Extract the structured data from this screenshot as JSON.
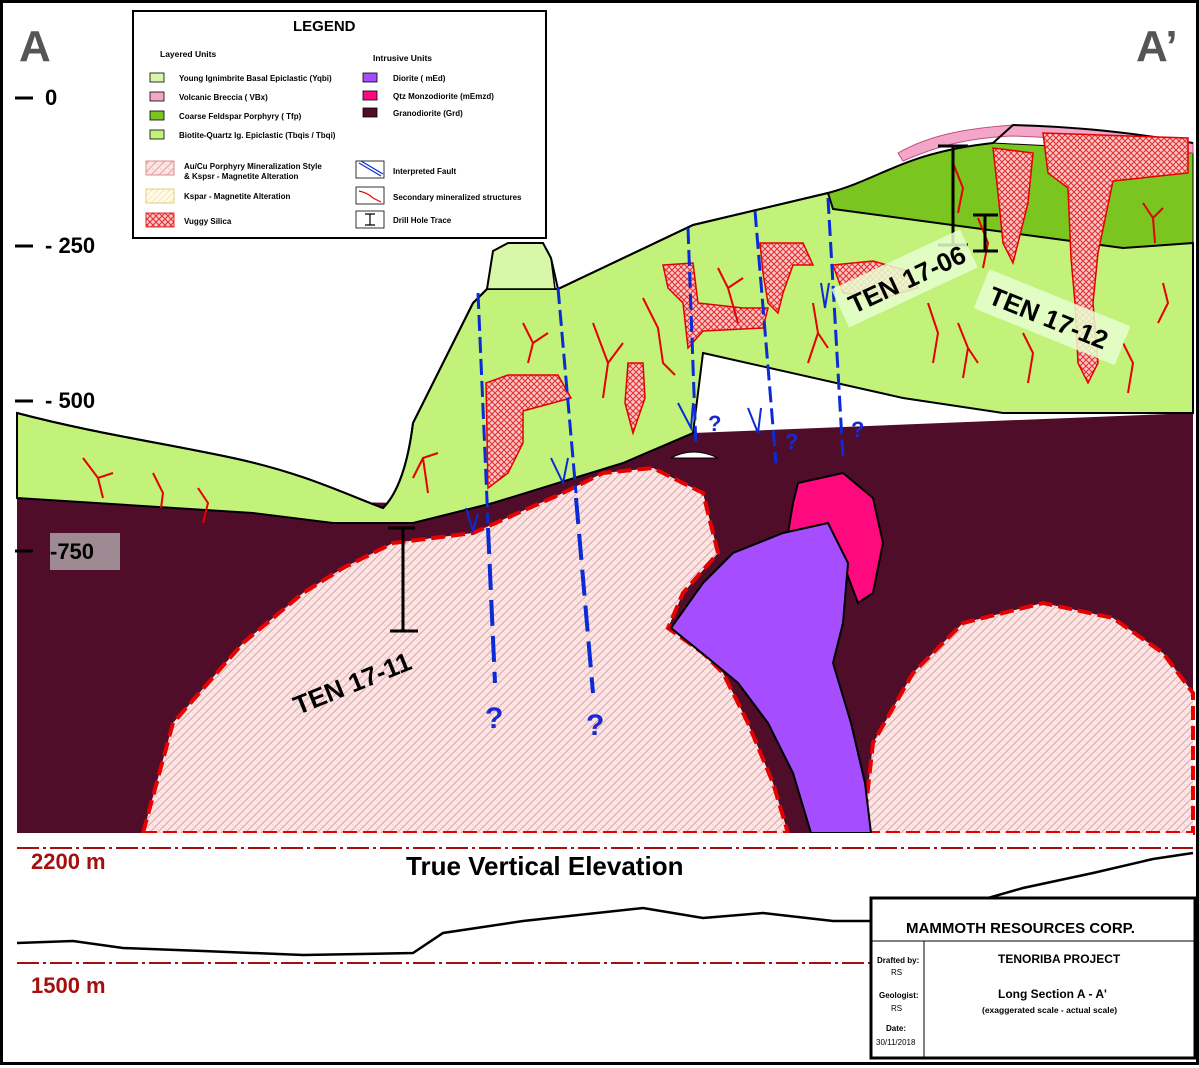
{
  "section": {
    "left_label": "A",
    "right_label": "A’",
    "depth_labels": [
      "0",
      "- 250",
      "- 500",
      "-750"
    ]
  },
  "legend": {
    "title": "LEGEND",
    "layered_heading": "Layered Units",
    "intrusive_heading": "Intrusive Units",
    "layered_units": [
      {
        "label": "Young Ignimbrite Basal Epiclastic (Yqbi)",
        "color": "#d8f7a8"
      },
      {
        "label": "Volcanic Breccia ( VBx)",
        "color": "#f4a6c8"
      },
      {
        "label": "Coarse Feldspar Porphyry ( Tfp)",
        "color": "#7ac520"
      },
      {
        "label": "Biotite-Quartz Ig. Epiclastic (Tbqis / Tbqi)",
        "color": "#c2f279"
      }
    ],
    "intrusive_units": [
      {
        "label": "Diorite ( mEd)",
        "color": "#a64dff"
      },
      {
        "label": "Qtz Monzodiorite (mEmzd)",
        "color": "#ff0a7e"
      },
      {
        "label": "Granodiorite (Grd)",
        "color": "#4f0d2a"
      }
    ],
    "alteration": [
      {
        "label_line1": "Au/Cu Porphyry Mineralization Style",
        "label_line2": "& Kspsr -  Magnetite Alteration"
      },
      {
        "label_line1": "Kspar - Magnetite Alteration",
        "label_line2": ""
      },
      {
        "label_line1": "Vuggy Silica",
        "label_line2": ""
      }
    ],
    "structures": [
      {
        "label": "Interpreted Fault"
      },
      {
        "label": "Secondary mineralized structures"
      },
      {
        "label": "Drill Hole Trace"
      }
    ]
  },
  "drill_holes": {
    "ten_17_06": "TEN 17-06",
    "ten_17_12": "TEN 17-12",
    "ten_17_11": "TEN 17-11"
  },
  "uncertainty_mark": "?",
  "true_elevation": {
    "title": "True Vertical Elevation",
    "upper": "2200 m",
    "lower": "1500 m"
  },
  "title_block": {
    "company": "MAMMOTH RESOURCES CORP.",
    "project": "TENORIBA PROJECT",
    "section_title": "Long Section A - A'",
    "scale_note": "(exaggerated scale - actual scale)",
    "drafted_label": "Drafted by:",
    "drafted_value": "RS",
    "geologist_label": "Geologist:",
    "geologist_value": "RS",
    "date_label": "Date:",
    "date_value": "30/11/2018"
  },
  "colors": {
    "granodiorite": "#4f0d2a",
    "biotite_quartz": "#c2f279",
    "feldspar_porphyry": "#7ac520",
    "young_ignimbrite": "#d8f7a8",
    "volcanic_breccia": "#f4a6c8",
    "diorite": "#a64dff",
    "qtz_monzodiorite": "#ff0a7e",
    "mineralization": "#fbe6e6",
    "red": "#e60000",
    "fault_blue": "#0a2bd6",
    "elevation_red": "#a50f0f"
  }
}
